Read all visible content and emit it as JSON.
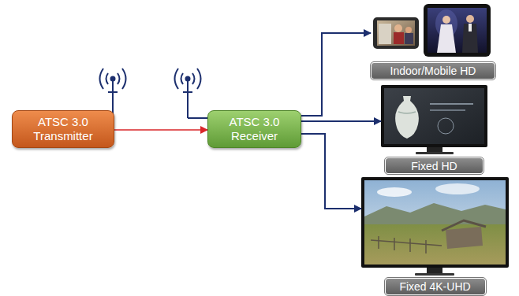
{
  "diagram": {
    "nodes": [
      {
        "text": [
          "ATSC 3.0 Transmitter"
        ]
      },
      {
        "text": [
          "ATSC 3.0 Receiver"
        ]
      },
      {
        "text": [
          "Indoor/Mobile HD"
        ]
      },
      {
        "text": [
          "Fixed HD"
        ]
      },
      {
        "text": [
          "Fixed 4K-UHD"
        ]
      }
    ],
    "edges": [
      {
        "from": 0,
        "to": 1,
        "arrow": "to"
      },
      {
        "from": 1,
        "to": 2,
        "arrow": "to"
      },
      {
        "from": 1,
        "to": 3,
        "arrow": "to"
      },
      {
        "from": 1,
        "to": 4,
        "arrow": "to"
      }
    ]
  }
}
